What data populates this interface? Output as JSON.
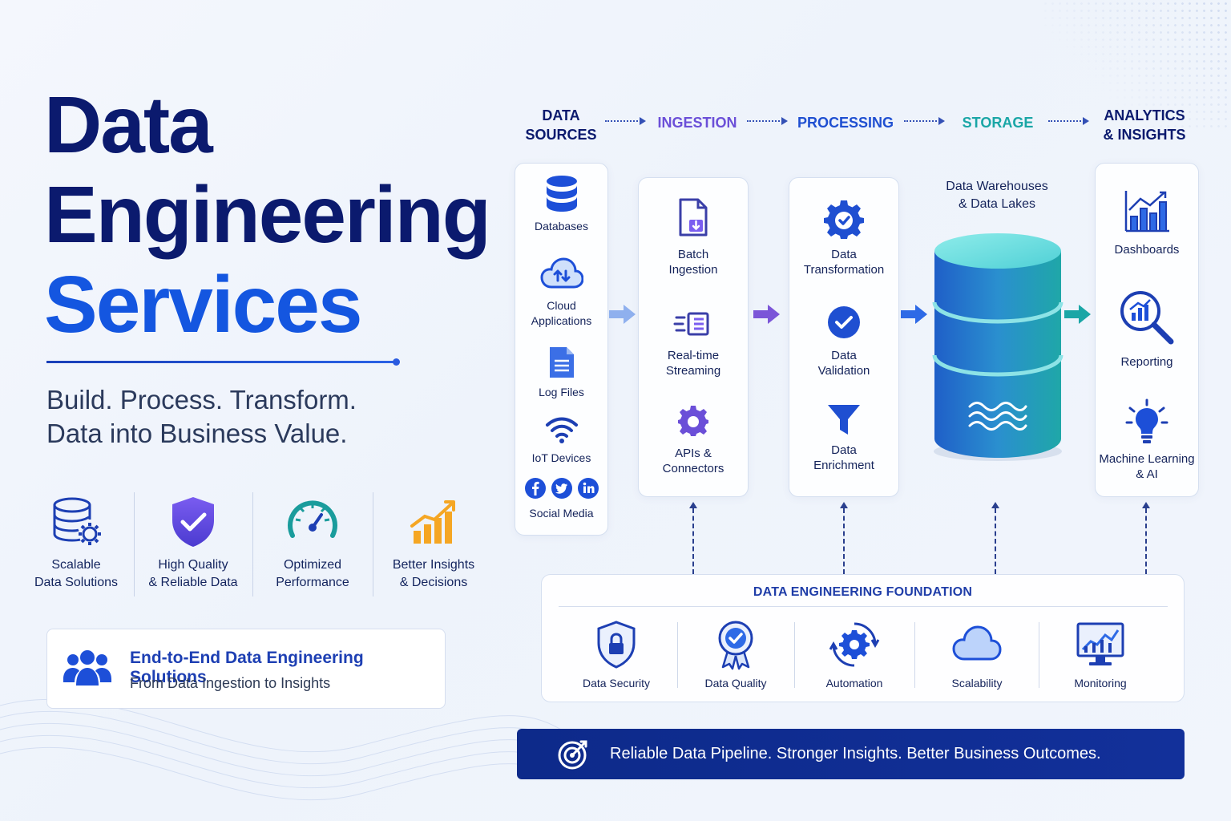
{
  "hero": {
    "title_line1": "Data",
    "title_line2": "Engineering",
    "title_line3": "Services",
    "tagline_line1": "Build. Process. Transform.",
    "tagline_line2": "Data into Business Value."
  },
  "benefits": [
    {
      "line1": "Scalable",
      "line2": "Data Solutions",
      "icon": "database-gear-icon"
    },
    {
      "line1": "High Quality",
      "line2": "& Reliable Data",
      "icon": "shield-check-icon"
    },
    {
      "line1": "Optimized",
      "line2": "Performance",
      "icon": "speedometer-icon"
    },
    {
      "line1": "Better Insights",
      "line2": "& Decisions",
      "icon": "growth-chart-icon"
    }
  ],
  "e2e": {
    "title": "End-to-End Data Engineering Solutions",
    "subtitle": "From Data Ingestion to Insights",
    "icon": "team-icon"
  },
  "stages": {
    "sources_l1": "DATA",
    "sources_l2": "SOURCES",
    "ingestion": "INGESTION",
    "processing": "PROCESSING",
    "storage": "STORAGE",
    "analytics_l1": "ANALYTICS",
    "analytics_l2": "& INSIGHTS"
  },
  "sources": {
    "databases": "Databases",
    "cloud_l1": "Cloud",
    "cloud_l2": "Applications",
    "logs": "Log Files",
    "iot": "IoT Devices",
    "social": "Social Media"
  },
  "ingestion": {
    "batch_l1": "Batch",
    "batch_l2": "Ingestion",
    "stream_l1": "Real-time",
    "stream_l2": "Streaming",
    "apis_l1": "APIs &",
    "apis_l2": "Connectors"
  },
  "processing": {
    "transform_l1": "Data",
    "transform_l2": "Transformation",
    "validation_l1": "Data",
    "validation_l2": "Validation",
    "enrichment_l1": "Data",
    "enrichment_l2": "Enrichment"
  },
  "storage": {
    "title_l1": "Data Warehouses",
    "title_l2": "& Data Lakes"
  },
  "analytics": {
    "dashboards": "Dashboards",
    "reporting": "Reporting",
    "ml_l1": "Machine Learning",
    "ml_l2": "& AI"
  },
  "foundation": {
    "title": "DATA ENGINEERING FOUNDATION",
    "items": [
      "Data Security",
      "Data Quality",
      "Automation",
      "Scalability",
      "Monitoring"
    ]
  },
  "banner": {
    "text": "Reliable Data Pipeline. Stronger Insights. Better Business Outcomes."
  },
  "colors": {
    "navy": "#0b1a6e",
    "accent_blue": "#1456e0",
    "ingestion_purple": "#6b4fd8",
    "processing_blue": "#1f4fd1",
    "storage_teal": "#1aa6a6",
    "banner_navy": "#0d2a8a"
  }
}
